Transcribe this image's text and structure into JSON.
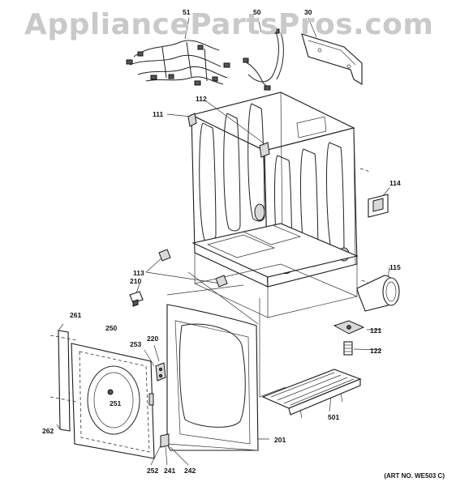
{
  "watermark": "AppliancePartsPros.com",
  "art_number": "(ART NO. WE503 C)",
  "callouts": {
    "p51": "51",
    "p50": "50",
    "p30": "30",
    "p112": "112",
    "p111": "111",
    "p114": "114",
    "p113": "113",
    "p115": "115",
    "p210": "210",
    "p261": "261",
    "p250": "250",
    "p220": "220",
    "p253": "253",
    "p121": "121",
    "p122": "122",
    "p251": "251",
    "p262": "262",
    "p501": "501",
    "p201": "201",
    "p252": "252",
    "p241": "241",
    "p242": "242"
  }
}
